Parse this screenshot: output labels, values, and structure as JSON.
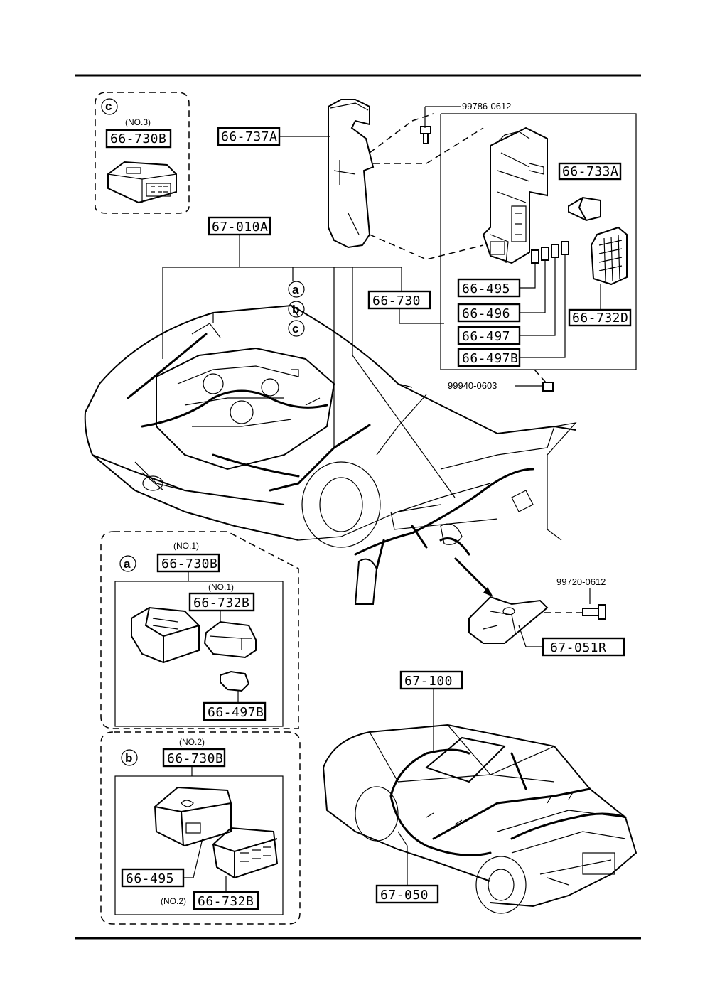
{
  "labels": {
    "p66_737A": "66-737A",
    "p67_010A": "67-010A",
    "p66_730": "66-730",
    "p66_495": "66-495",
    "p66_496": "66-496",
    "p66_497": "66-497",
    "p66_497B": "66-497B",
    "p66_733A": "66-733A",
    "p66_732D": "66-732D",
    "b99786_0612": "99786-0612",
    "b99940_0603": "99940-0603",
    "b99720_0612": "99720-0612",
    "p67_051R": "67-051R",
    "p67_100": "67-100",
    "p67_050": "67-050"
  },
  "inset_c": {
    "circle": "c",
    "note": "(NO.3)",
    "part": "66-730B"
  },
  "inset_a": {
    "circle": "a",
    "note": "(NO.1)",
    "part": "66-730B",
    "inner_note": "(NO.1)",
    "inner_part": "66-732B",
    "fuse_part": "66-497B"
  },
  "inset_b": {
    "circle": "b",
    "note": "(NO.2)",
    "part": "66-730B",
    "sub_part": "66-495",
    "inner_note": "(NO.2)",
    "inner_part": "66-732B"
  },
  "callouts": {
    "a": "a",
    "b": "b",
    "c": "c"
  }
}
